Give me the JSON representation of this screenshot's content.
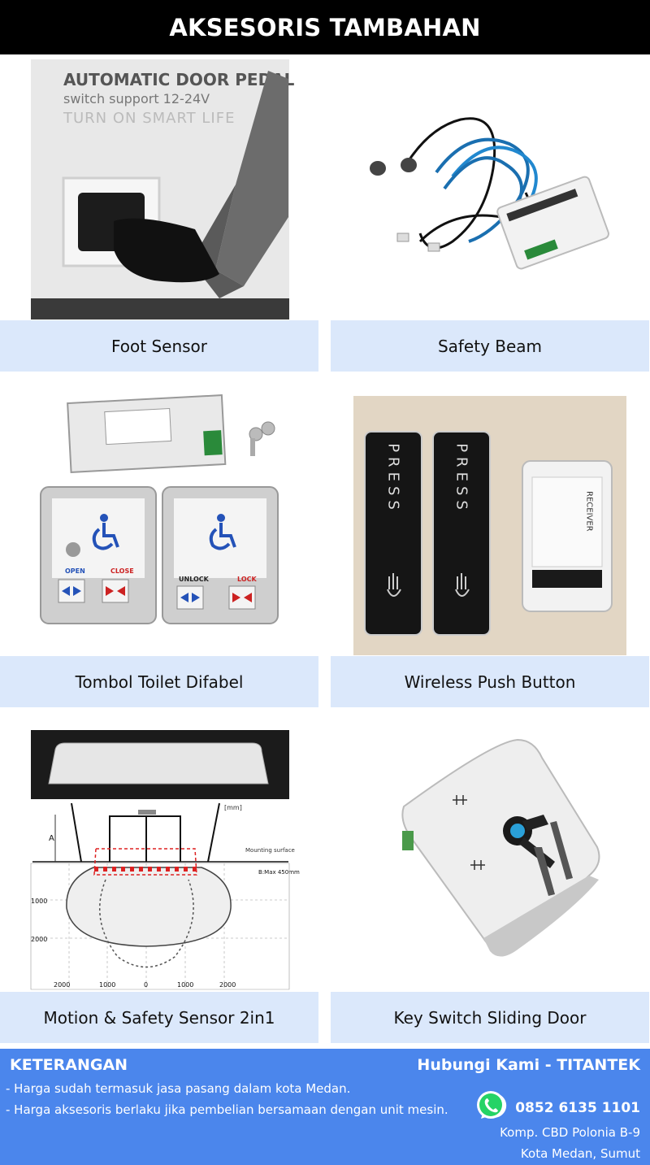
{
  "header": {
    "title": "AKSESORIS TAMBAHAN"
  },
  "products": [
    {
      "name": "Foot Sensor",
      "image_text": {
        "line1": "AUTOMATIC DOOR PEDAL",
        "line2": "switch support 12-24V",
        "line3": "TURN ON SMART LIFE"
      }
    },
    {
      "name": "Safety Beam"
    },
    {
      "name": "Tombol Toilet Difabel",
      "image_text": {
        "unlock": "UNLOCK",
        "lock": "LOCK",
        "open": "OPEN",
        "close": "CLOSE"
      }
    },
    {
      "name": "Wireless Push Button",
      "image_text": {
        "press": "PRESS",
        "receiver": "RECEIVER"
      }
    },
    {
      "name": "Motion & Safety Sensor 2in1",
      "image_text": {
        "unit": "[mm]",
        "a": "A",
        "b": "B:Max 450mm",
        "mounting": "Mounting surface",
        "y1": "1000",
        "y2": "2000",
        "x1": "2000",
        "x2": "1000",
        "x3": "0",
        "x4": "1000",
        "x5": "2000"
      }
    },
    {
      "name": "Key Switch Sliding Door"
    }
  ],
  "footer": {
    "info_title": "KETERANGAN",
    "notes": [
      "- Harga sudah termasuk jasa pasang dalam kota Medan.",
      "- Harga aksesoris berlaku jika pembelian bersamaan dengan unit mesin."
    ],
    "contact_title": "Hubungi Kami - TITANTEK",
    "phone": "0852 6135 1101",
    "address_line1": "Komp. CBD Polonia B-9",
    "address_line2": "Kota Medan, Sumut"
  },
  "colors": {
    "header_bg": "#000000",
    "label_bg": "#dbe8fb",
    "footer_bg": "#4b86ec",
    "whatsapp": "#25d366"
  }
}
